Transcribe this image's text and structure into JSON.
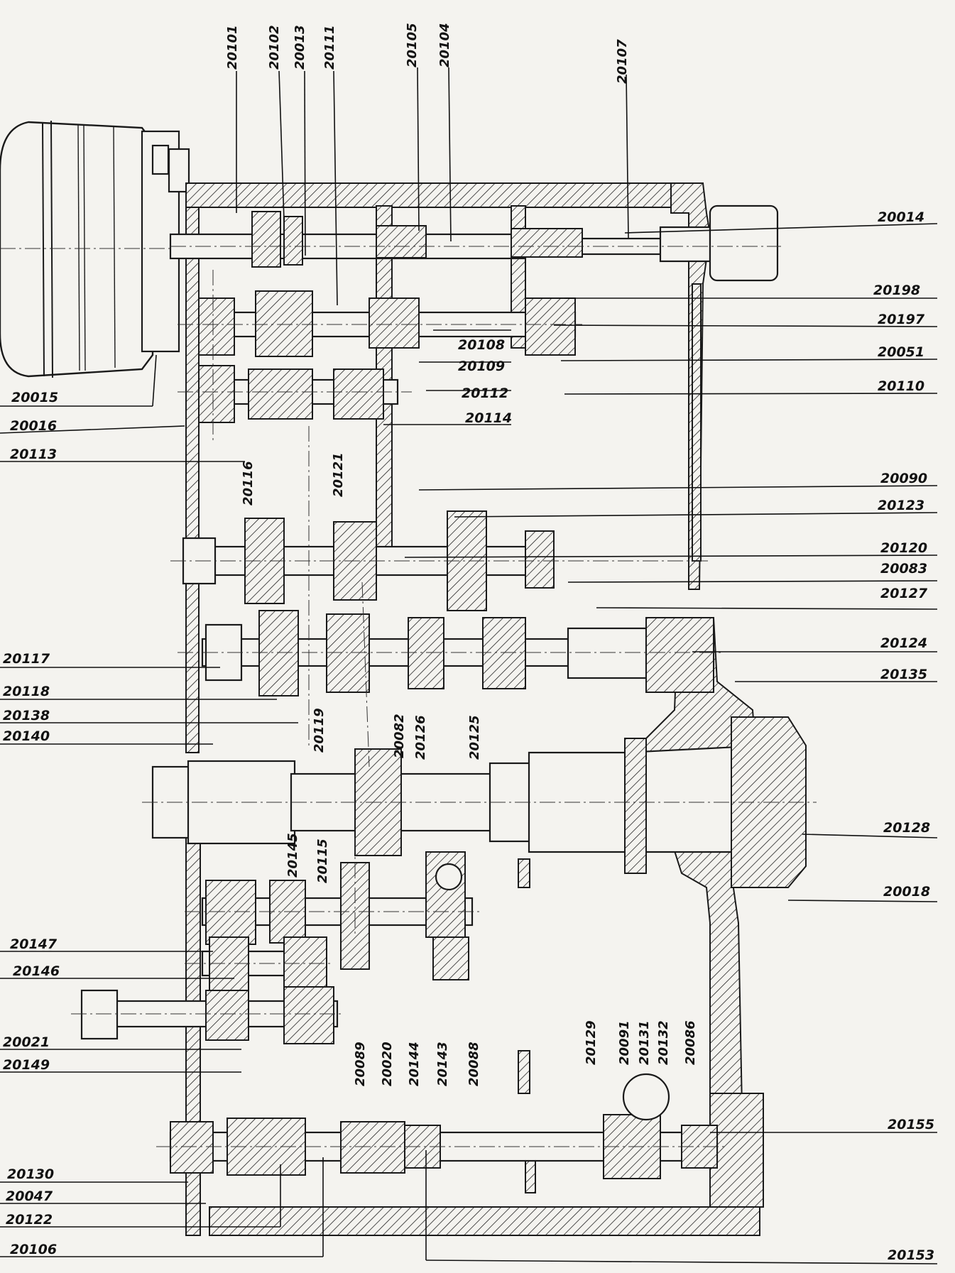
{
  "callouts": {
    "top": [
      "20101",
      "20102",
      "20013",
      "20111",
      "20105",
      "20104",
      "20107"
    ],
    "right": [
      "20014",
      "20198",
      "20197",
      "20051",
      "20110",
      "20090",
      "20123",
      "20120",
      "20083",
      "20127",
      "20124",
      "20135",
      "20128",
      "20018",
      "20155",
      "20153"
    ],
    "left": [
      "20015",
      "20016",
      "20113",
      "20117",
      "20118",
      "20138",
      "20140",
      "20147",
      "20146",
      "20021",
      "20149",
      "20130",
      "20047",
      "20122",
      "20106"
    ],
    "inner_horizontal": [
      "20108",
      "20109",
      "20112",
      "20114"
    ],
    "inner_vertical": [
      "20116",
      "20121",
      "20119",
      "20082",
      "20126",
      "20125",
      "20145",
      "20115",
      "20089",
      "20020",
      "20144",
      "20143",
      "20088",
      "20129",
      "20091",
      "20131",
      "20132",
      "20086"
    ]
  }
}
